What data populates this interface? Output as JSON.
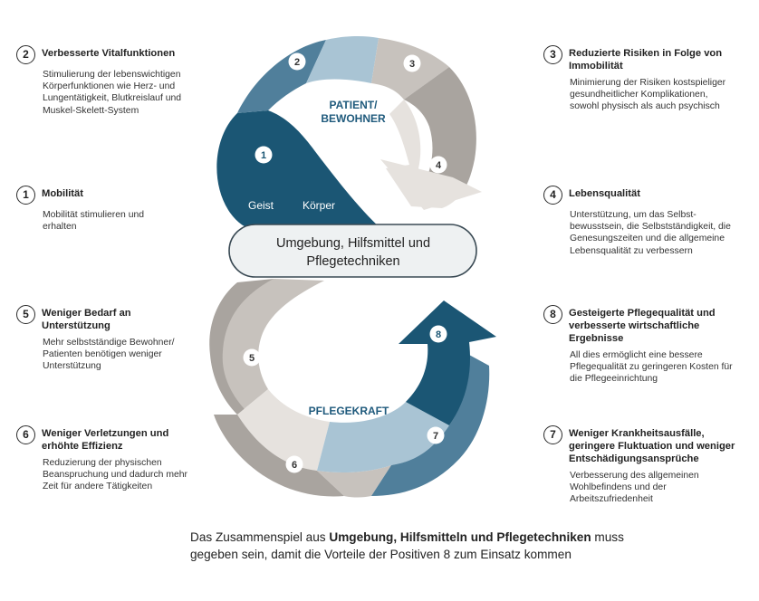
{
  "items": [
    {
      "num": "2",
      "title": "Verbesserte Vitalfunktionen",
      "desc": "Stimulierung der lebenswichtigen Körperfunktionen wie Herz- und Lungentätigkeit, Blutkreislauf und Muskel-Skelett-System"
    },
    {
      "num": "1",
      "title": "Mobilität",
      "desc": "Mobilität stimulieren und erhalten"
    },
    {
      "num": "5",
      "title": "Weniger Bedarf an Unterstützung",
      "desc": "Mehr selbstständige Bewohner/ Patienten benötigen weniger Unterstützung"
    },
    {
      "num": "6",
      "title": "Weniger Verletzungen und erhöhte Effizienz",
      "desc": "Reduzierung der physischen Beanspruchung und dadurch mehr Zeit für andere Tätigkeiten"
    },
    {
      "num": "3",
      "title": "Reduzierte Risiken in Folge von Immobilität",
      "desc": "Minimierung der Risiken kostspieliger gesundheitlicher Komplikationen, sowohl physisch als auch psychisch"
    },
    {
      "num": "4",
      "title": "Lebensqualität",
      "desc": "Unterstützung, um das Selbst-bewusstsein, die Selbstständigkeit, die Genesungszeiten und die allgemeine Lebensqualität zu verbessern"
    },
    {
      "num": "8",
      "title": "Gesteigerte Pflegequalität und verbesserte wirtschaftliche Ergebnisse",
      "desc": "All dies ermöglicht eine bessere Pflegequalität zu geringeren Kosten für die Pflegeeinrichtung"
    },
    {
      "num": "7",
      "title": "Weniger Krankheitsausfälle, geringere Fluktuation und weniger Entschädigungsansprüche",
      "desc": "Verbesserung des allgemeinen Wohlbefindens und der Arbeitszufriedenheit"
    }
  ],
  "diagram": {
    "top_label_line1": "PATIENT/",
    "top_label_line2": "BEWOHNER",
    "bottom_label": "PFLEGEKRAFT",
    "geist": "Geist",
    "koerper": "Körper",
    "center_line1": "Umgebung, Hilfsmittel und",
    "center_line2": "Pflegetechniken",
    "markers": [
      "1",
      "2",
      "3",
      "4",
      "5",
      "6",
      "7",
      "8"
    ],
    "colors": {
      "dark_blue": "#1b5674",
      "mid_blue": "#507f9b",
      "light_blue": "#a9c4d4",
      "grey_dark": "#a9a49f",
      "grey_mid": "#c7c2bd",
      "grey_light": "#e6e2de",
      "label_blue": "#1f5a7c"
    }
  },
  "caption": {
    "pre": "Das Zusammenspiel aus ",
    "bold": "Umgebung, Hilfsmitteln und Pflegetechniken",
    "post": " muss gegeben sein, damit die Vorteile der Positiven 8 zum Einsatz kommen"
  }
}
